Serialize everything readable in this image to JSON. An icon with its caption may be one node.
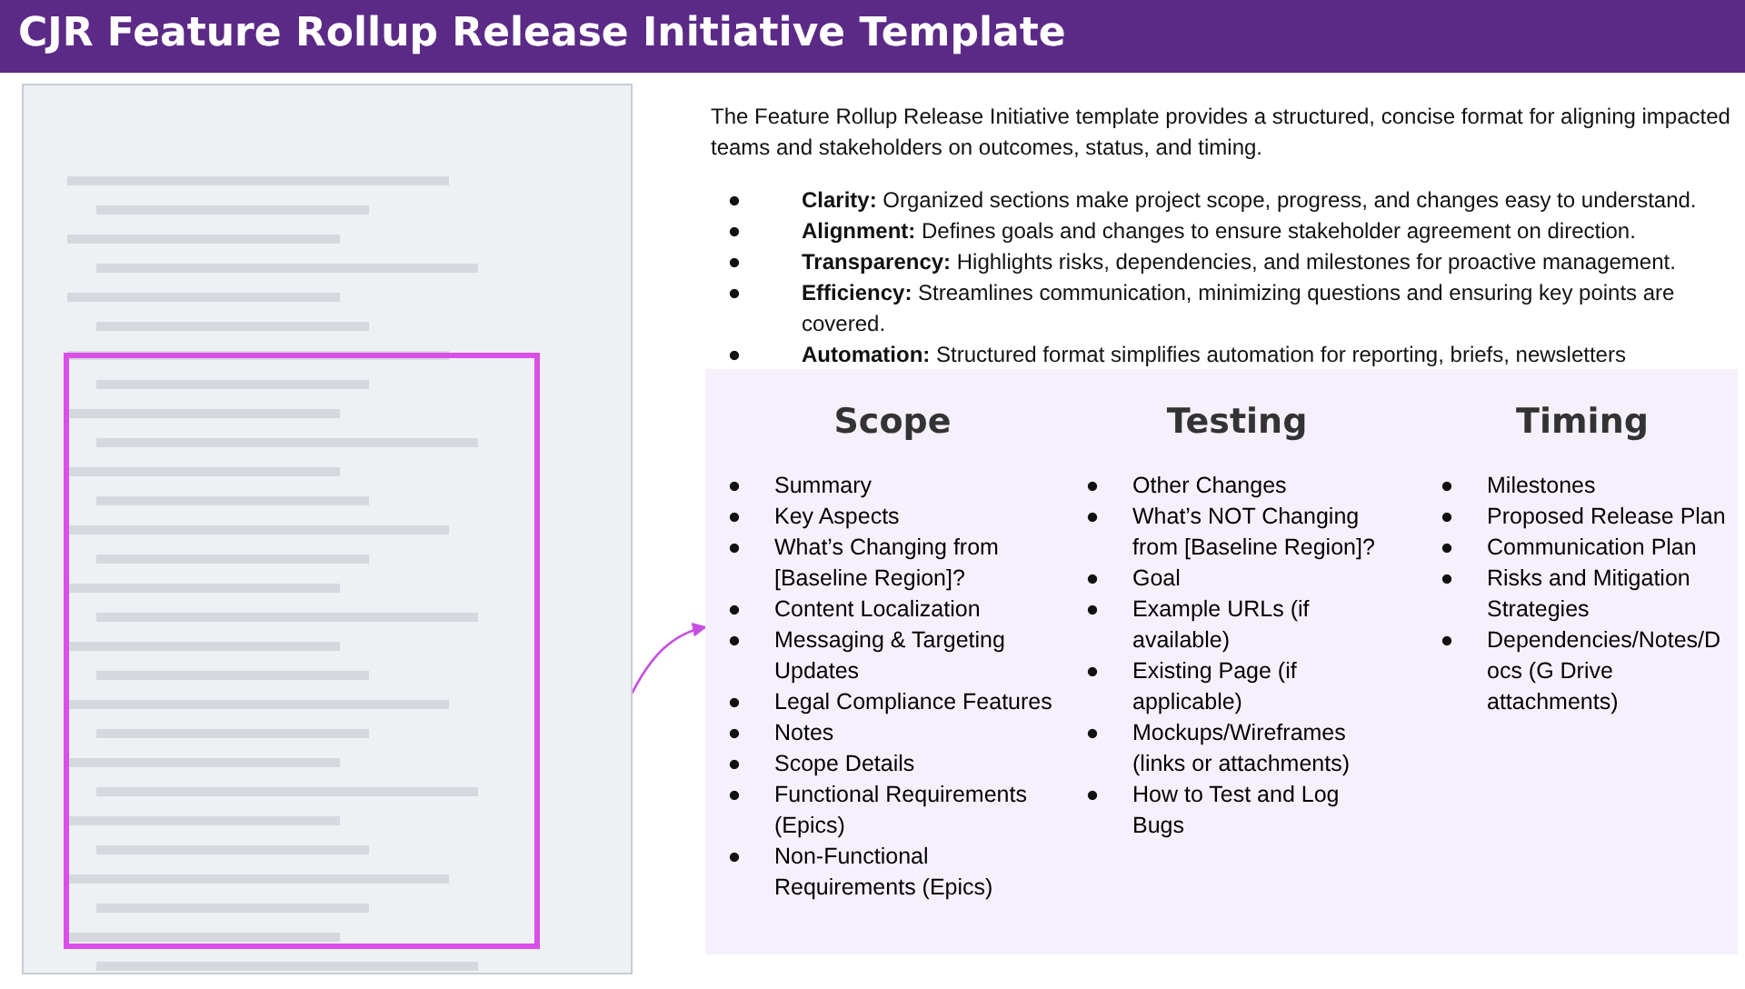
{
  "diagram": {
    "title": "CJR Feature Rollup Release Initiative Template",
    "nodes": [
      {
        "text": [],
        "shape": "picture"
      },
      {
        "text": [],
        "shape": "box",
        "in": 0
      },
      {
        "text": [],
        "shape": "box"
      },
      {
        "text": [
          "Scope",
          "Summary",
          "Key Aspects",
          "What’s Changing from [Baseline Region]?",
          "Content Localization",
          "Messaging & Targeting Updates",
          "Legal Compliance Features",
          "Notes",
          "Scope Details",
          "Functional Requirements (Epics)",
          "Non-Functional Requirements (Epics)"
        ],
        "in": 2
      },
      {
        "text": [
          "Testing",
          "Other Changes",
          "What’s NOT Changing from [Baseline Region]?",
          "Goal",
          "Example URLs (if available)",
          "Existing Page (if applicable)",
          "Mockups/Wireframes (links or attachments)",
          "How to Test and Log Bugs"
        ],
        "in": 2
      },
      {
        "text": [
          "Timing",
          "Milestones",
          "Proposed Release Plan",
          "Communication Plan",
          "Risks and Mitigation Strategies",
          "Dependencies/Notes/Docs (G Drive attachments)"
        ],
        "in": 2
      }
    ],
    "edges": [
      {
        "from": 1,
        "to": 2,
        "arrow": "to"
      }
    ],
    "labels": [
      "The Feature Rollup Release Initiative template provides a structured, concise format for aligning impacted teams and stakeholders on outcomes, status, and timing.",
      "**Clarity:** Organized sections make project scope, progress, and changes easy to understand.",
      "**Alignment:** Defines goals and changes to ensure stakeholder agreement on direction.",
      "**Transparency:** Highlights risks, dependencies, and milestones for proactive management.",
      "**Efficiency:** Streamlines communication, minimizing questions and ensuring key points are covered.",
      "**Automation:** Structured format simplifies automation for reporting, briefs, newsletters"
    ]
  }
}
